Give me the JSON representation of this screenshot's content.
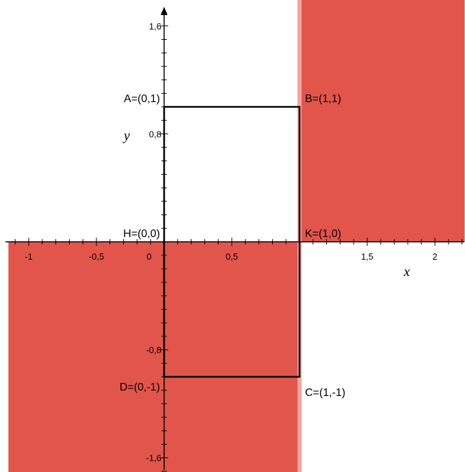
{
  "chart_data": {
    "type": "diagram",
    "x_ticks": [
      {
        "value": -1,
        "label": "-1"
      },
      {
        "value": -0.5,
        "label": "-0,5"
      },
      {
        "value": 0,
        "label": "0"
      },
      {
        "value": 0.5,
        "label": "0,5"
      },
      {
        "value": 1.5,
        "label": "1,5"
      },
      {
        "value": 2,
        "label": "2"
      }
    ],
    "y_ticks": [
      {
        "value": 1.6,
        "label": "1,6"
      },
      {
        "value": 0.8,
        "label": "0,8"
      },
      {
        "value": -0.8,
        "label": "-0,8"
      },
      {
        "value": -1.6,
        "label": "-1,6"
      }
    ],
    "xlabel": "x",
    "ylabel": "y",
    "xlim": [
      -1.15,
      2.22
    ],
    "ylim": [
      -1.71,
      1.8
    ],
    "shaded_regions": [
      {
        "x": [
          1,
          2.22
        ],
        "y": [
          0,
          1.8
        ],
        "color": "#e2554b"
      },
      {
        "x": [
          -1.15,
          1
        ],
        "y": [
          -1.71,
          0
        ],
        "color": "#e2554b"
      }
    ],
    "edge_strip_color": "#f3a3a0",
    "rectangle": {
      "x": [
        0,
        1
      ],
      "y": [
        -1,
        1
      ],
      "color": "#000000"
    },
    "points": [
      {
        "label": "A=(0,1)",
        "x": 0,
        "y": 1
      },
      {
        "label": "B=(1,1)",
        "x": 1,
        "y": 1
      },
      {
        "label": "H=(0,0)",
        "x": 0,
        "y": 0
      },
      {
        "label": "K=(1,0)",
        "x": 1,
        "y": 0
      },
      {
        "label": "D=(0,-1)",
        "x": 0,
        "y": -1
      },
      {
        "label": "C=(1,-1)",
        "x": 1,
        "y": -1
      }
    ]
  }
}
